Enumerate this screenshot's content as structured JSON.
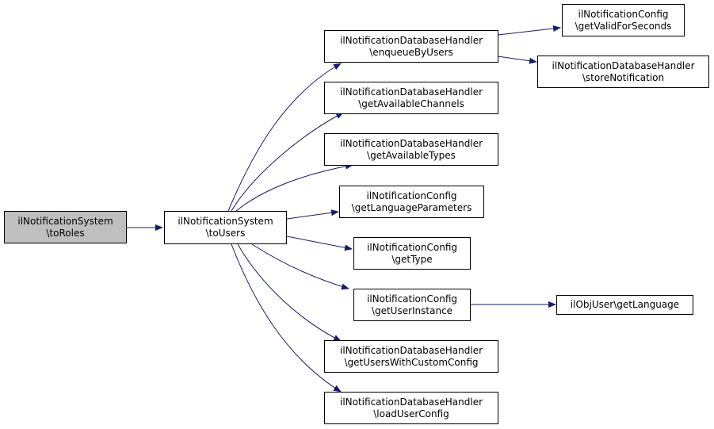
{
  "colors": {
    "edge": "#191970",
    "root_fill": "#bfbfbf",
    "node_fill": "#ffffff",
    "border": "#000000"
  },
  "nodes": {
    "toRoles": {
      "line1": "ilNotificationSystem",
      "line2": "\\toRoles"
    },
    "toUsers": {
      "line1": "ilNotificationSystem",
      "line2": "\\toUsers"
    },
    "enqueueByUsers": {
      "line1": "ilNotificationDatabaseHandler",
      "line2": "\\enqueueByUsers"
    },
    "getValidForSeconds": {
      "line1": "ilNotificationConfig",
      "line2": "\\getValidForSeconds"
    },
    "storeNotification": {
      "line1": "ilNotificationDatabaseHandler",
      "line2": "\\storeNotification"
    },
    "getAvailableChannels": {
      "line1": "ilNotificationDatabaseHandler",
      "line2": "\\getAvailableChannels"
    },
    "getAvailableTypes": {
      "line1": "ilNotificationDatabaseHandler",
      "line2": "\\getAvailableTypes"
    },
    "getLanguageParameters": {
      "line1": "ilNotificationConfig",
      "line2": "\\getLanguageParameters"
    },
    "getType": {
      "line1": "ilNotificationConfig",
      "line2": "\\getType"
    },
    "getUserInstance": {
      "line1": "ilNotificationConfig",
      "line2": "\\getUserInstance"
    },
    "getLanguage": {
      "line1": "ilObjUser\\getLanguage",
      "line2": ""
    },
    "getUsersWithCustomConfig": {
      "line1": "ilNotificationDatabaseHandler",
      "line2": "\\getUsersWithCustomConfig"
    },
    "loadUserConfig": {
      "line1": "ilNotificationDatabaseHandler",
      "line2": "\\loadUserConfig"
    }
  }
}
